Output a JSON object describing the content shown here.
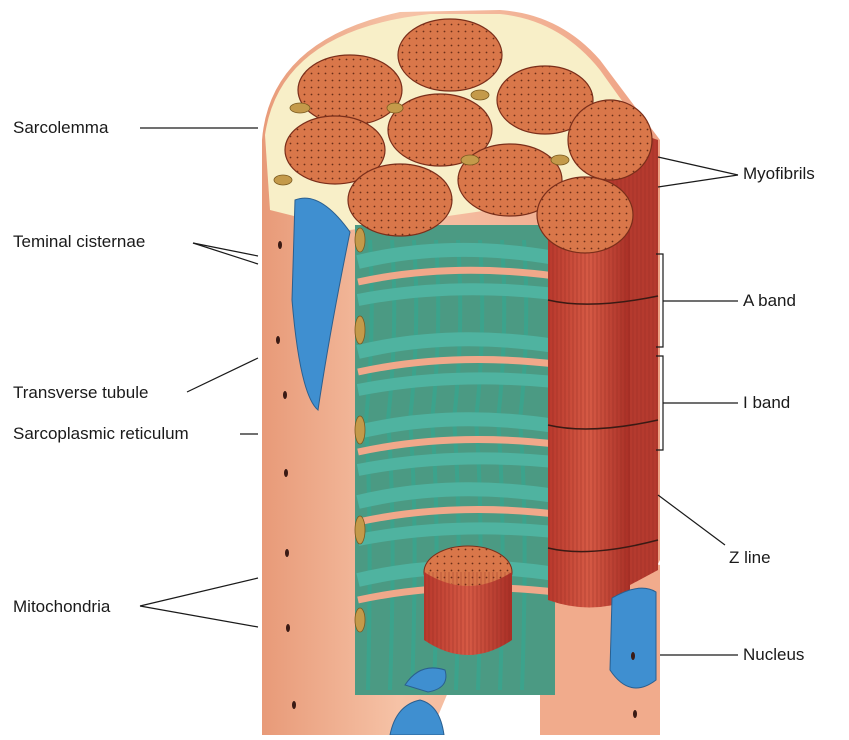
{
  "labels": {
    "sarcolemma": "Sarcolemma",
    "terminal_cisternae": "Teminal cisternae",
    "transverse_tubule": "Transverse tubule",
    "sarcoplasmic_reticulum": "Sarcoplasmic reticulum",
    "mitochondria": "Mitochondria",
    "myofibrils": "Myofibrils",
    "a_band": "A band",
    "i_band": "I band",
    "z_line": "Z line",
    "nucleus": "Nucleus"
  },
  "colors": {
    "sarcolemma_skin": "#f3b193",
    "sarcolemma_shadow": "#e39271",
    "myofibril_end": "#d9774a",
    "myofibril_side": "#c6493a",
    "sarcoplasmic_reticulum": "#4fb3a0",
    "transverse_tubule": "#f0a88a",
    "nucleus": "#3f8fd0",
    "cytoplasm": "#f8efc8",
    "mitochondria": "#c49a4a",
    "leader_line": "#1a1a1a"
  }
}
